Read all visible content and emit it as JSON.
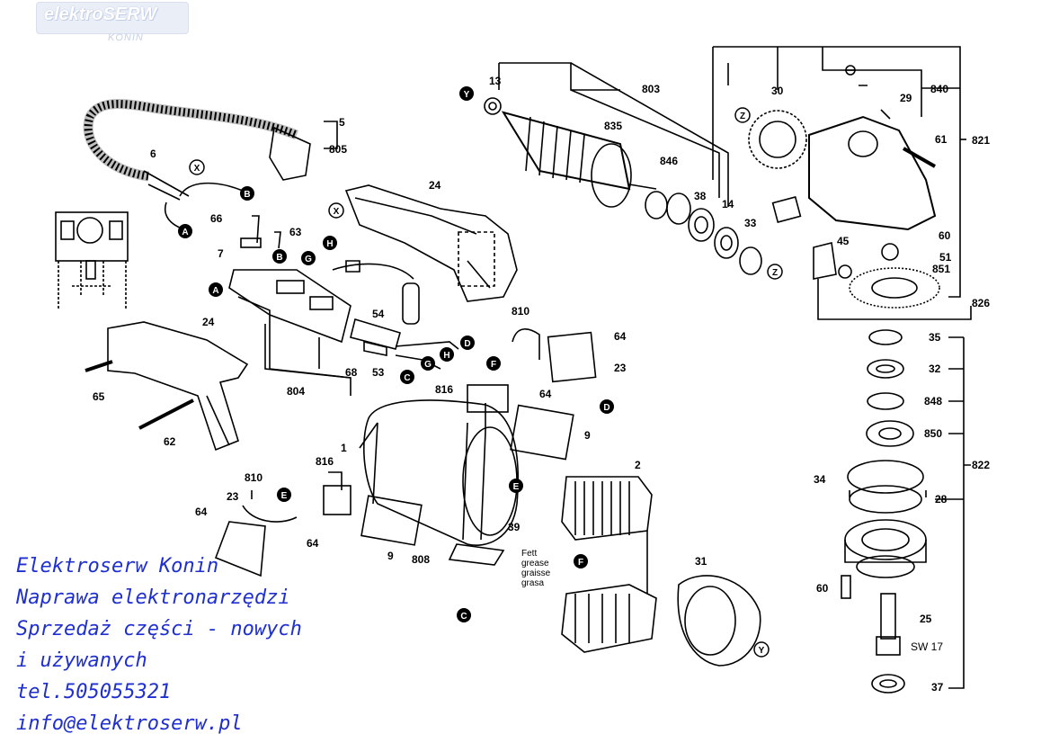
{
  "logo": {
    "brand": "elektroSERW",
    "city": "KONIN"
  },
  "advert": {
    "lines": [
      "Elektroserw Konin",
      "Naprawa elektronarzędzi",
      "Sprzedaż części - nowych",
      "i używanych",
      "tel.505055321",
      "info@elektroserw.pl"
    ]
  },
  "grease_note": [
    "Fett",
    "grease",
    "graisse",
    "grasa"
  ],
  "sw_label": "SW 17",
  "markers": [
    {
      "id": "m1",
      "letter": "Y"
    },
    {
      "id": "m2",
      "letter": "X"
    },
    {
      "id": "m3",
      "letter": "B"
    },
    {
      "id": "m4",
      "letter": "A"
    },
    {
      "id": "m5",
      "letter": "B"
    },
    {
      "id": "m6",
      "letter": "A"
    },
    {
      "id": "m7",
      "letter": "H"
    },
    {
      "id": "m8",
      "letter": "G"
    },
    {
      "id": "m9",
      "letter": "X"
    },
    {
      "id": "m10",
      "letter": "D"
    },
    {
      "id": "m11",
      "letter": "H"
    },
    {
      "id": "m12",
      "letter": "G"
    },
    {
      "id": "m13",
      "letter": "C"
    },
    {
      "id": "m14",
      "letter": "F"
    },
    {
      "id": "m15",
      "letter": "D"
    },
    {
      "id": "m16",
      "letter": "E"
    },
    {
      "id": "m17",
      "letter": "E"
    },
    {
      "id": "m18",
      "letter": "F"
    },
    {
      "id": "m19",
      "letter": "C"
    },
    {
      "id": "m20",
      "letter": "Y"
    },
    {
      "id": "m21",
      "letter": "Z"
    },
    {
      "id": "m22",
      "letter": "Z"
    }
  ],
  "part_numbers": {
    "p13": "13",
    "p803": "803",
    "p835": "835",
    "p30": "30",
    "p840": "840",
    "p29": "29",
    "p821": "821",
    "p61": "61",
    "p846": "846",
    "p38": "38",
    "p14": "14",
    "p33": "33",
    "p45": "45",
    "p60a": "60",
    "p51": "51",
    "p851": "851",
    "p826": "826",
    "p35": "35",
    "p32": "32",
    "p848": "848",
    "p850": "850",
    "p822": "822",
    "p34": "34",
    "p28": "28",
    "p60b": "60",
    "p25": "25",
    "p37": "37",
    "p5": "5",
    "p805": "805",
    "p6": "6",
    "p66": "66",
    "p63": "63",
    "p7": "7",
    "p24a": "24",
    "p54": "54",
    "p810a": "810",
    "p64a": "64",
    "p23a": "23",
    "p24b": "24",
    "p65": "65",
    "p804": "804",
    "p68": "68",
    "p53": "53",
    "p816a": "816",
    "p64b": "64",
    "p9a": "9",
    "p62": "62",
    "p1": "1",
    "p2": "2",
    "p816b": "816",
    "p810b": "810",
    "p23b": "23",
    "p64c": "64",
    "p64d": "64",
    "p39": "39",
    "p9b": "9",
    "p808": "808",
    "p31": "31"
  },
  "colors": {
    "ink": "#000000",
    "advert": "#1f2fd0",
    "marker": "#000000",
    "marker_text": "#ffffff"
  }
}
